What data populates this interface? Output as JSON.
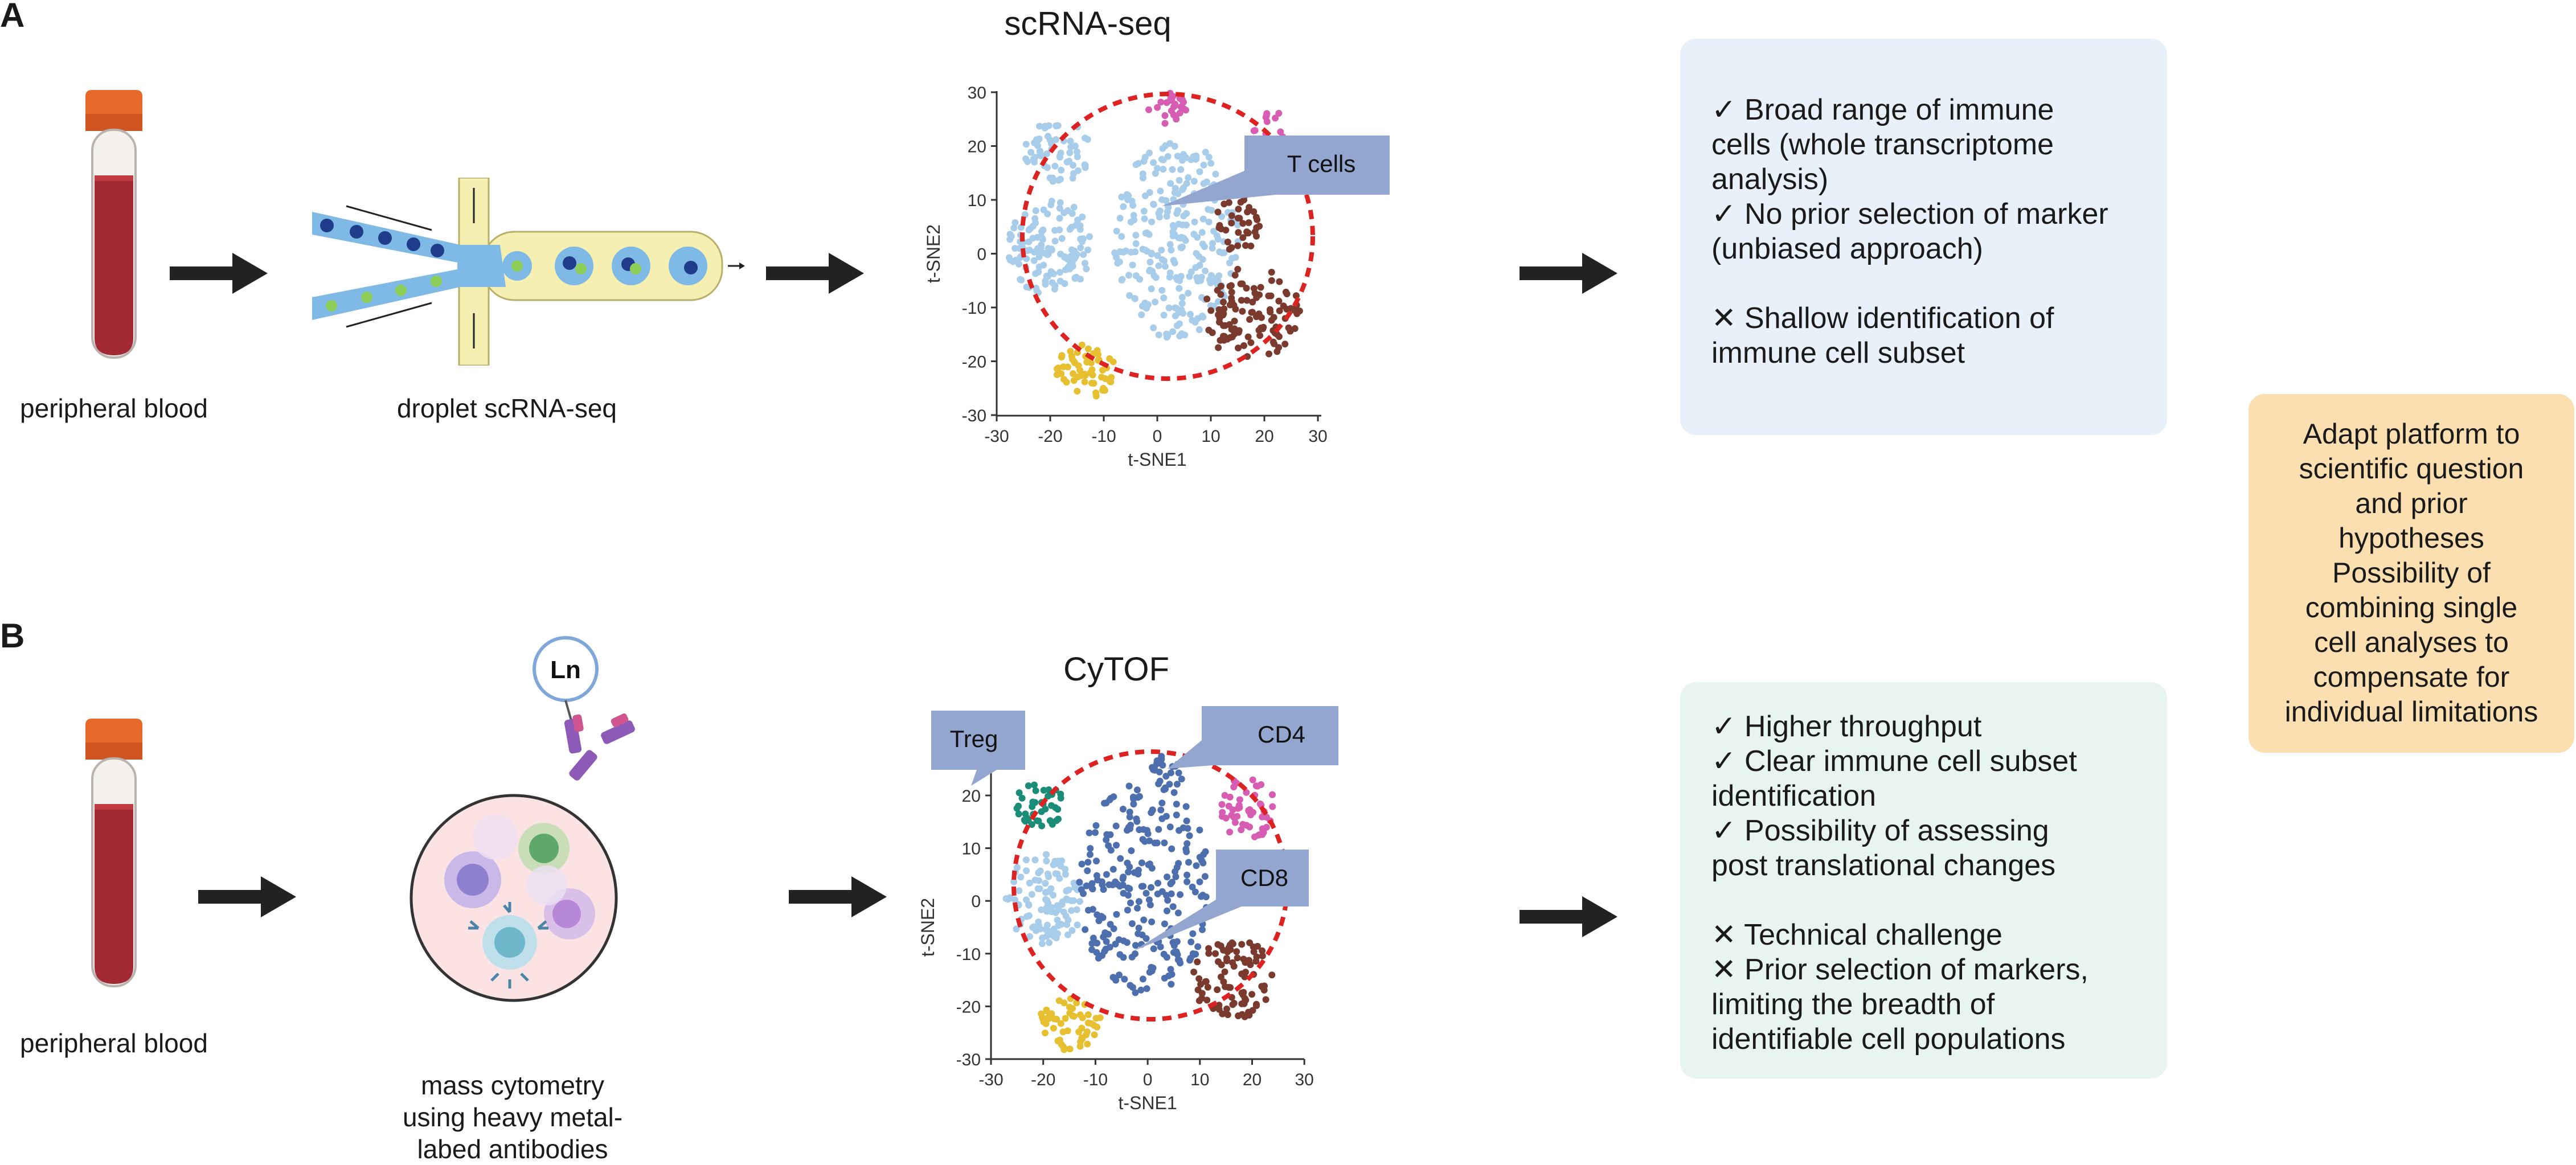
{
  "panels": {
    "a": {
      "letter": "A",
      "blood_label": "peripheral blood",
      "method_label": "droplet scRNA-seq",
      "plot_title": "scRNA-seq",
      "plot": {
        "x_label": "t-SNE1",
        "y_label": "t-SNE2",
        "x_ticks": [
          "-30",
          "-20",
          "-10",
          "0",
          "10",
          "20",
          "30"
        ],
        "y_ticks": [
          "30",
          "20",
          "10",
          "0",
          "-10",
          "-20",
          "-30"
        ],
        "callout": "T cells"
      },
      "info_lines": [
        "✓ Broad range of immune",
        "cells (whole transcriptome",
        "analysis)",
        "✓ No prior selection of marker",
        "(unbiased approach)",
        "",
        "✕ Shallow identification of",
        "immune cell subset"
      ]
    },
    "b": {
      "letter": "B",
      "blood_label": "peripheral blood",
      "method_label_lines": [
        "mass cytometry",
        "using heavy metal-",
        "labed antibodies"
      ],
      "metal_tag": "Ln",
      "plot_title": "CyTOF",
      "plot": {
        "x_label": "t-SNE1",
        "y_label": "t-SNE2",
        "x_ticks": [
          "-30",
          "-20",
          "-10",
          "0",
          "10",
          "20",
          "30"
        ],
        "y_ticks": [
          "20",
          "10",
          "0",
          "-10",
          "-20",
          "-30"
        ],
        "callouts": {
          "treg": "Treg",
          "cd4": "CD4",
          "cd8": "CD8"
        }
      },
      "info_lines": [
        "✓ Higher throughput",
        "✓ Clear immune cell subset",
        "identification",
        "✓ Possibility of assessing",
        "post translational changes",
        "",
        "✕ Technical challenge",
        "✕ Prior selection of markers,",
        "limiting the breadth of",
        "identifiable cell populations"
      ]
    }
  },
  "summary_lines": [
    "Adapt platform to",
    "scientific question",
    "and prior",
    "hypotheses",
    "Possibility of",
    "combining single",
    "cell analyses to",
    "compensate for",
    "individual limitations"
  ],
  "colors": {
    "tcell": "#a8cdea",
    "cd8": "#4e6fae",
    "treg": "#1a8c78",
    "pink": "#d65db1",
    "brown": "#7a3b2e",
    "yellow": "#e6c030",
    "circle": "#dd2222",
    "callout": "#93a6cf",
    "box_a": "#e8f1fa",
    "box_b": "#e8f5ef",
    "summary": "#fbdfb0"
  }
}
